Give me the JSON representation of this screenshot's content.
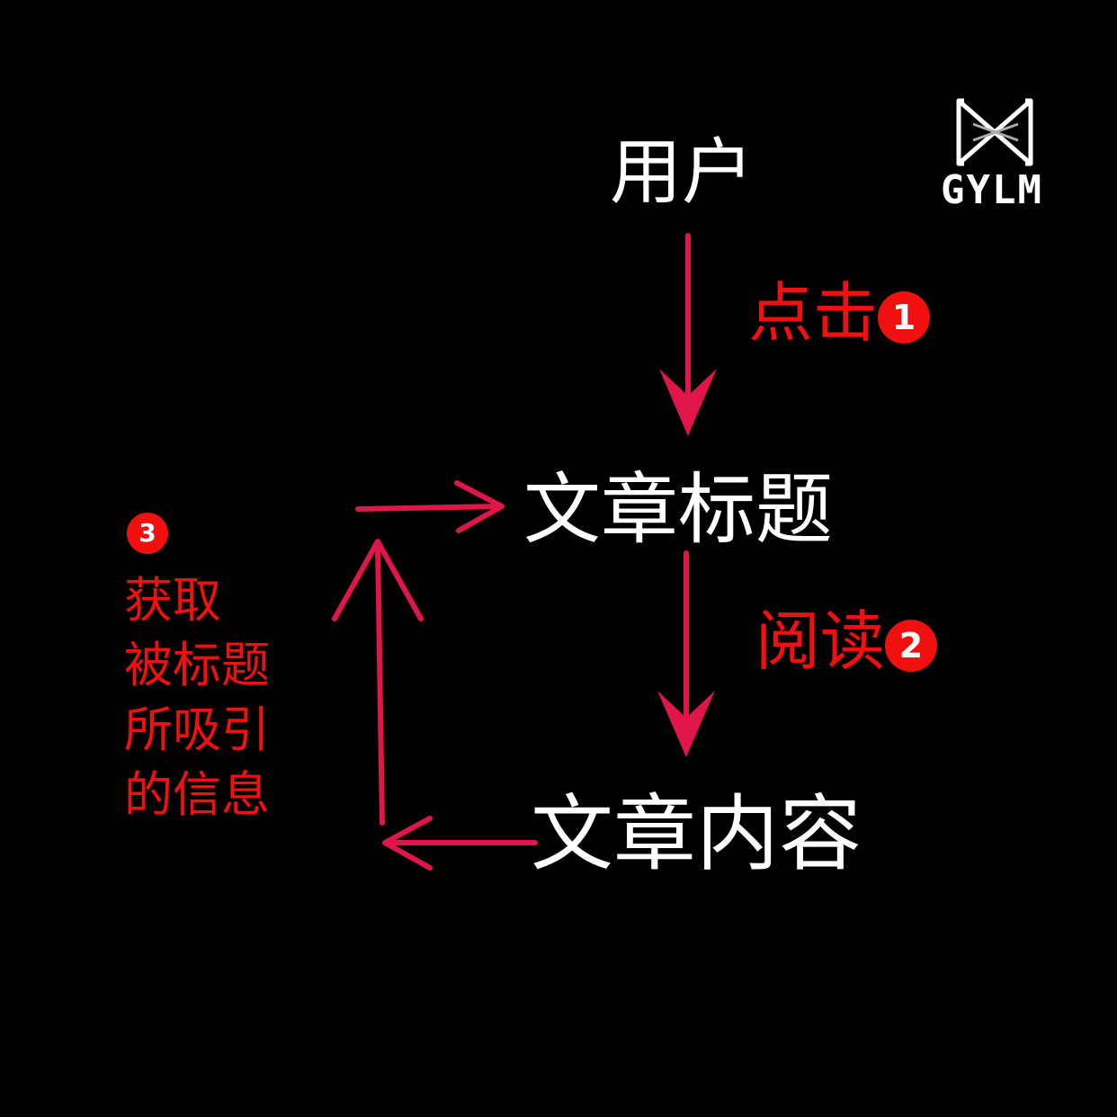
{
  "nodes": {
    "user": "用户",
    "title": "文章标题",
    "content": "文章内容"
  },
  "edges": {
    "click": {
      "label": "点击",
      "step": "1"
    },
    "read": {
      "label": "阅读",
      "step": "2"
    },
    "info": {
      "step": "3",
      "lines": [
        "获取",
        "被标题",
        "所吸引",
        "的信息"
      ]
    }
  },
  "logo": {
    "text": "GYLM"
  },
  "colors": {
    "arrow": "#e0154a",
    "label": "#f01010",
    "text": "#ffffff",
    "background": "#000000"
  }
}
